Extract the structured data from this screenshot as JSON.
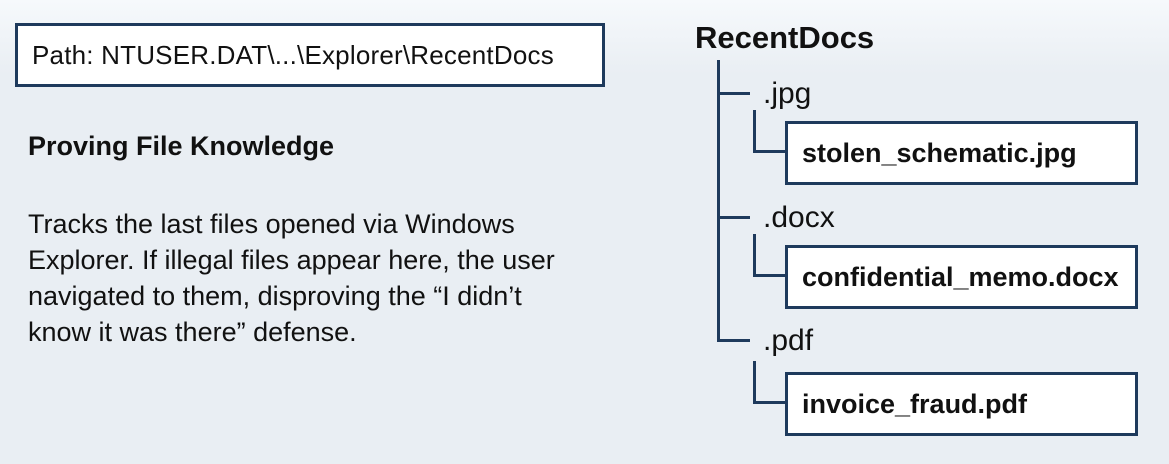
{
  "colors": {
    "background": "#e9eef3",
    "line": "#1e3a5c",
    "box_fill": "#ffffff",
    "text": "#111111"
  },
  "left_panel": {
    "path_label": "Path: NTUSER.DAT\\...\\Explorer\\RecentDocs",
    "heading": "Proving File Knowledge",
    "description_lines": [
      "Tracks the last files opened via Windows",
      "Explorer. If illegal files appear here, the user",
      "navigated to them, disproving the “I didn’t",
      "know it was there” defense."
    ]
  },
  "tree": {
    "root_label": "RecentDocs",
    "branches": [
      {
        "extension": ".jpg",
        "filename": "stolen_schematic.jpg"
      },
      {
        "extension": ".docx",
        "filename": "confidential_memo.docx"
      },
      {
        "extension": ".pdf",
        "filename": "invoice_fraud.pdf"
      }
    ]
  }
}
